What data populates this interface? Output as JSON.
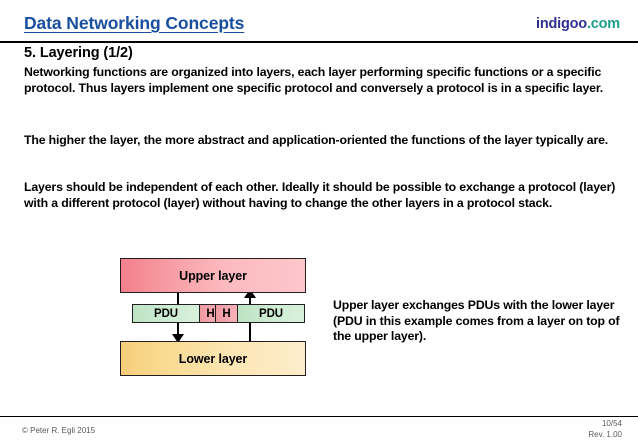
{
  "header": {
    "title": "Data Networking Concepts",
    "brand_name": "indigoo",
    "brand_tld": ".com"
  },
  "slide": {
    "title": "5. Layering (1/2)",
    "paragraphs": [
      "Networking functions are organized into layers, each layer performing specific functions or a specific protocol. Thus layers implement one specific protocol and conversely a protocol is in a specific layer.",
      "The higher the layer, the more abstract and application-oriented the functions of the layer typically are.",
      "Layers should be independent of each other. Ideally it should be possible to exchange a protocol (layer) with a different protocol (layer) without having to change the other layers in a protocol stack."
    ]
  },
  "diagram": {
    "upper_layer_label": "Upper layer",
    "lower_layer_label": "Lower layer",
    "pdu_down_label": "PDU",
    "header_down_label": "H",
    "header_up_label": "H",
    "pdu_up_label": "PDU",
    "colors": {
      "upper_layer_fill": "#F6949C",
      "lower_layer_fill": "#F9D98E",
      "pdu_fill": "#CDEBD2",
      "header_fill": "#F19AA2",
      "outline": "#231F20"
    }
  },
  "side_note": {
    "text": "Upper layer exchanges PDUs with the lower layer (PDU in this example comes from a layer on top of the upper layer)."
  },
  "footer": {
    "copyright": "© Peter R. Egli 2015",
    "page": "10/54",
    "revision": "Rev. 1.00"
  }
}
